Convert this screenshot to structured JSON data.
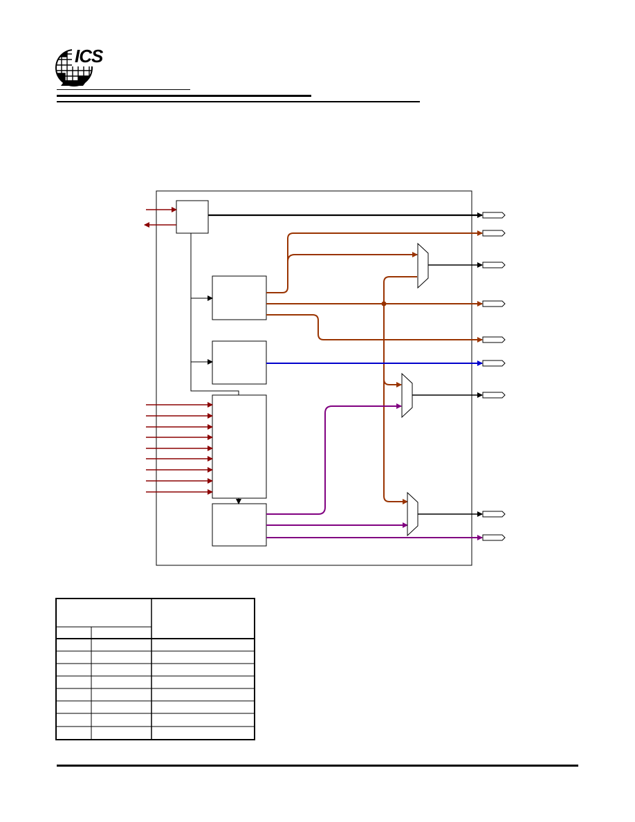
{
  "header": {
    "logo_text": "ICS",
    "logo_icon": "ics-globe-logo-icon"
  },
  "colors": {
    "clock_line": "#000000",
    "brown_bus": "#993300",
    "input_bus": "#8B0000",
    "blue_line": "#0000CC",
    "purple_bus": "#800080",
    "outline": "#000000"
  },
  "table": {
    "header_rows": 2,
    "body_rows": 8,
    "columns": 3
  }
}
